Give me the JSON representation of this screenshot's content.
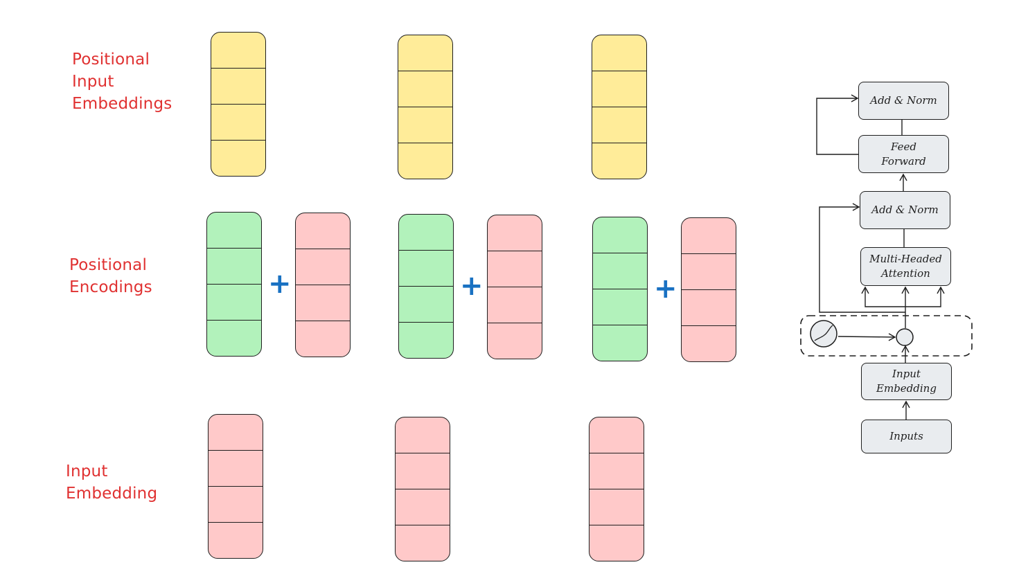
{
  "labels": {
    "positional_input_embeddings": "Positional\nInput\nEmbeddings",
    "positional_encodings": "Positional\nEncodings",
    "input_embedding": "Input\nEmbedding"
  },
  "operators": {
    "plus": "+"
  },
  "transformer": {
    "add_norm_top": "Add & Norm",
    "feed_forward": "Feed\nForward",
    "add_norm_mid": "Add & Norm",
    "multi_headed_attention": "Multi-Headed\nAttention",
    "input_embedding": "Input\nEmbedding",
    "inputs": "Inputs"
  },
  "colors": {
    "label_red": "#e03131",
    "plus_blue": "#1971c2",
    "vector_yellow": "#ffec99",
    "vector_green": "#b2f2bb",
    "vector_red": "#ffc9c9",
    "block_gray": "#e9ecef",
    "stroke": "#1e1e1e"
  },
  "icons": {
    "positional_encoding_symbol": "sine-wave-icon",
    "sum_symbol": "circle-node-icon"
  }
}
